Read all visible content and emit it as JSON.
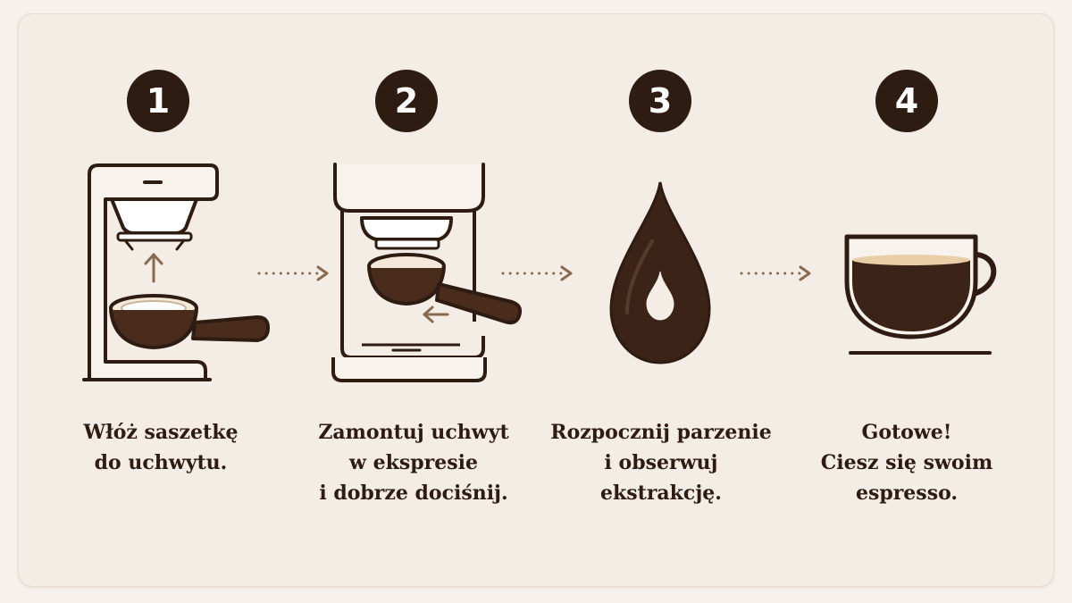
{
  "colors": {
    "background": "#f3ede6",
    "ink": "#2e1c12",
    "coffee": "#3b2417",
    "crema": "#e8cfa8",
    "arrow": "#8a6a4f",
    "handle": "#4a2c1c"
  },
  "steps": [
    {
      "number": "1",
      "icon": "portafilter-pod-insert-icon",
      "lines": [
        "Włóż saszetkę",
        "do uchwytu."
      ]
    },
    {
      "number": "2",
      "icon": "espresso-machine-mount-icon",
      "lines": [
        "Zamontuj uchwyt",
        "w ekspresie",
        "i dobrze dociśnij."
      ]
    },
    {
      "number": "3",
      "icon": "coffee-drop-icon",
      "lines": [
        "Rozpocznij parzenie",
        "i obserwuj",
        "ekstrakcję."
      ]
    },
    {
      "number": "4",
      "icon": "espresso-cup-icon",
      "lines": [
        "Gotowe!",
        "Ciesz się swoim",
        "espresso."
      ]
    }
  ]
}
